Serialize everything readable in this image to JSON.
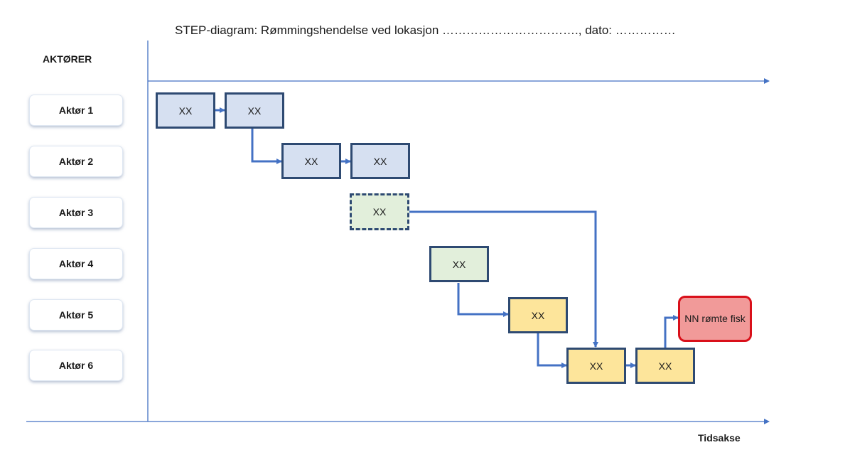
{
  "title": "STEP-diagram: Rømmingshendelse ved lokasjon ……………………………., dato: ……………",
  "actors_heading": "AKTØRER",
  "time_axis_label": "Tidsakse",
  "actors": [
    "Aktør 1",
    "Aktør 2",
    "Aktør 3",
    "Aktør 4",
    "Aktør 5",
    "Aktør 6"
  ],
  "events": {
    "a1_first": "XX",
    "a1_second": "XX",
    "a2_first": "XX",
    "a2_second": "XX",
    "a3_uncertain": "XX",
    "a4_event": "XX",
    "a5_event": "XX",
    "a6_first": "XX",
    "a6_second": "XX"
  },
  "outcome": "NN rømte fisk",
  "colors": {
    "axis": "#4472c4",
    "arrow": "#4472c4",
    "box_border": "#2e4a72",
    "actor1_2_fill": "#d6e0f1",
    "actor3_4_fill": "#e2efdb",
    "actor5_6_fill": "#fde59b",
    "outcome_fill": "#f19a99",
    "outcome_border": "#d9101a"
  }
}
